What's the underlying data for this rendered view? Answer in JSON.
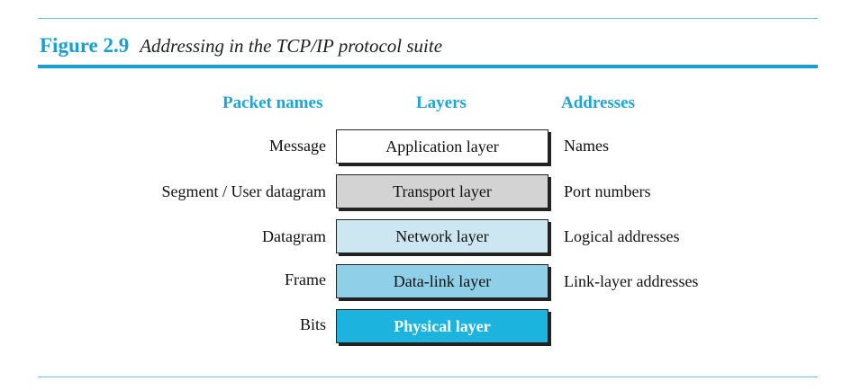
{
  "figure": {
    "number": "Figure 2.9",
    "title": "Addressing in the TCP/IP protocol suite"
  },
  "headers": {
    "packet_names": "Packet names",
    "layers": "Layers",
    "addresses": "Addresses"
  },
  "rows": [
    {
      "packet": "Message",
      "layer": "Application layer",
      "address": "Names"
    },
    {
      "packet": "Segment / User datagram",
      "layer": "Transport layer",
      "address": "Port numbers"
    },
    {
      "packet": "Datagram",
      "layer": "Network layer",
      "address": "Logical addresses"
    },
    {
      "packet": "Frame",
      "layer": "Data-link layer",
      "address": "Link-layer addresses"
    },
    {
      "packet": "Bits",
      "layer": "Physical layer",
      "address": ""
    }
  ],
  "colors": {
    "accent": "#1aa0cf",
    "application": "#ffffff",
    "transport": "#d3d3d3",
    "network": "#cce7f1",
    "datalink": "#8fcfe7",
    "physical": "#1cb4de"
  }
}
